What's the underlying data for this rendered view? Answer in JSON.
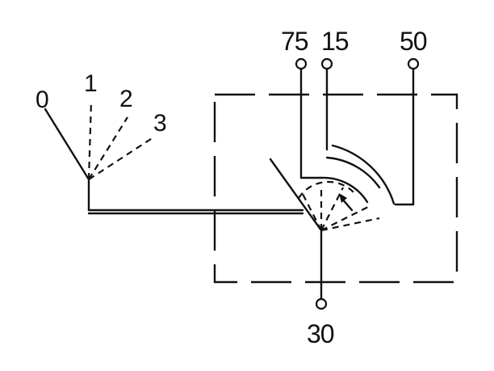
{
  "diagram": {
    "switch_positions": [
      "0",
      "1",
      "2",
      "3"
    ],
    "terminals": {
      "t75": "75",
      "t15": "15",
      "t50": "50",
      "t30": "30"
    }
  }
}
